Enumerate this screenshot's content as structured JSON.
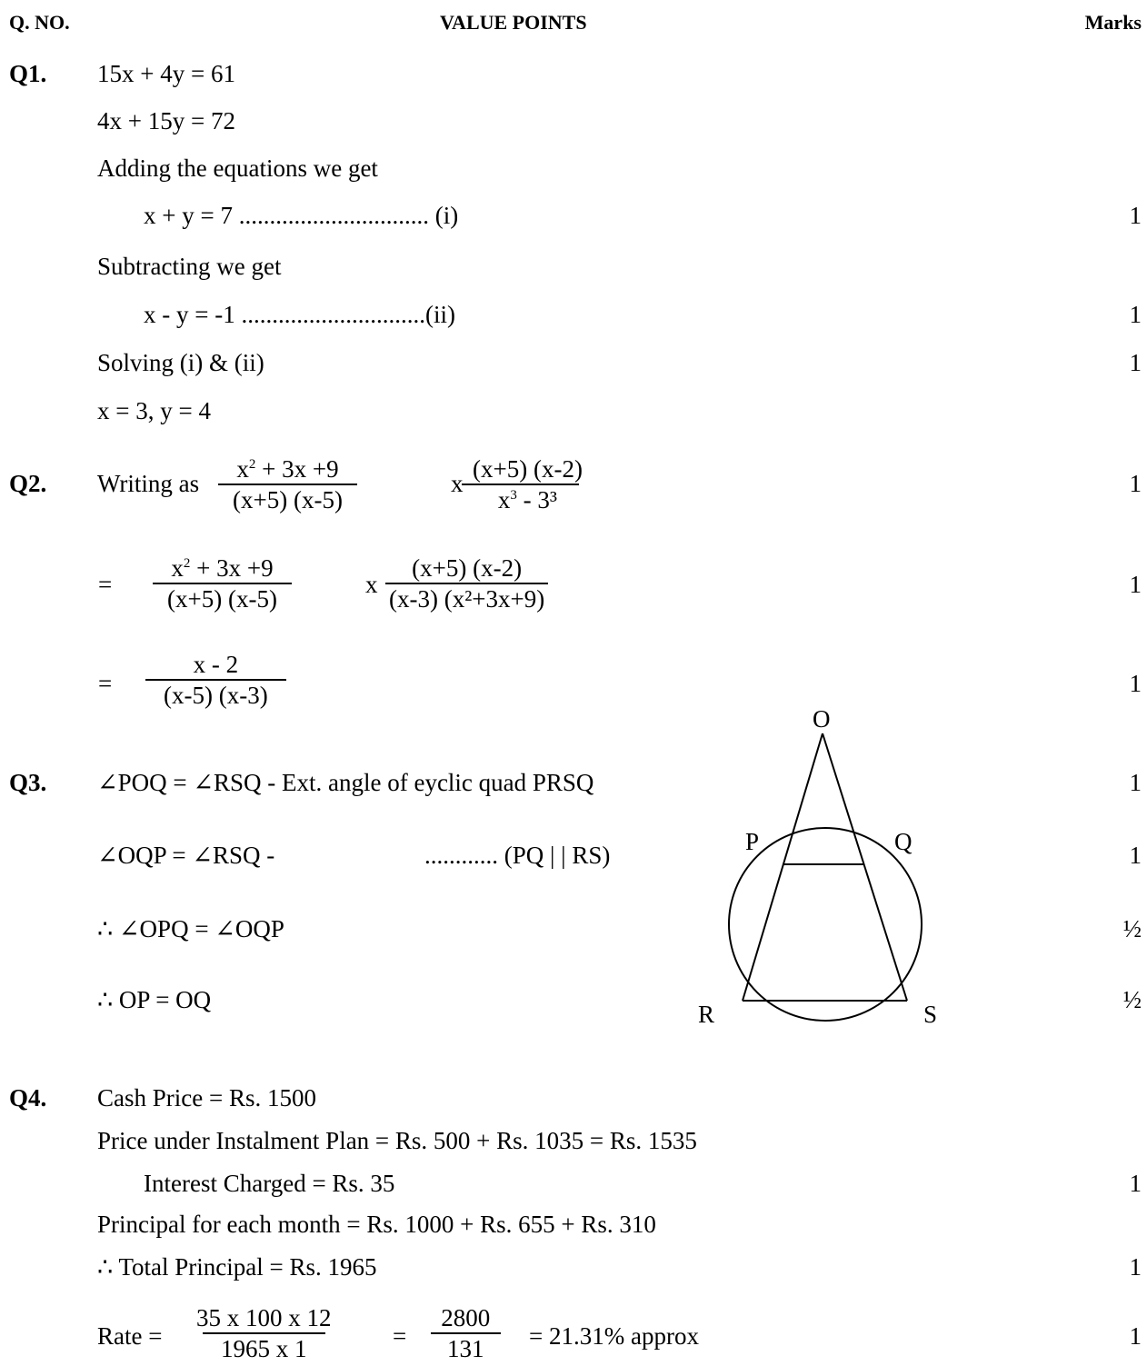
{
  "header": {
    "qno": "Q. NO.",
    "value_points": "VALUE POINTS",
    "marks": "Marks"
  },
  "q1": {
    "label": "Q1.",
    "eq1": "15x + 4y = 61",
    "eq2": "4x + 15y = 72",
    "add_text": "Adding the equations we get",
    "sum_eq": "x + y = 7  ............................... (i)",
    "sub_text": "Subtracting we get",
    "diff_eq": "x - y = -1 ..............................(ii)",
    "solve_text": "Solving (i) & (ii)",
    "result": "x = 3, y = 4",
    "marks": [
      "1",
      "1",
      "1"
    ]
  },
  "q2": {
    "label": "Q2.",
    "writing_as": "Writing as",
    "f1_num_a": "x",
    "f1_num_sup": "2",
    "f1_num_b": " + 3x +9",
    "f1_den": "(x+5) (x-5)",
    "times": "x",
    "f2_num": "(x+5) (x-2)",
    "f2_den_a": "x",
    "f2_den_sup": "3",
    "f2_den_b": " - 3³",
    "eq_sign": "=",
    "l2_f1_num_a": "x",
    "l2_f1_num_sup": "2",
    "l2_f1_num_b": " + 3x +9",
    "l2_f1_den": "(x+5) (x-5)",
    "l2_times": "x",
    "l2_f2_num": "(x+5) (x-2)",
    "l2_f2_den": "(x-3) (x²+3x+9)",
    "l3_num": "x - 2",
    "l3_den": "(x-5) (x-3)",
    "marks": [
      "1",
      "1",
      "1"
    ]
  },
  "q3": {
    "label": "Q3.",
    "line1": "∠POQ = ∠RSQ - Ext. angle of eyclic quad PRSQ",
    "line2a": "∠OQP = ∠RSQ -",
    "line2b": "............  (PQ | | RS)",
    "line3": "∴ ∠OPQ = ∠OQP",
    "line4": "∴ OP = OQ",
    "diagram": {
      "O": "O",
      "P": "P",
      "Q": "Q",
      "R": "R",
      "S": "S"
    },
    "marks": [
      "1",
      "1",
      "½",
      "½"
    ]
  },
  "q4": {
    "label": "Q4.",
    "cash": "Cash Price = Rs. 1500",
    "instalment": "Price under Instalment Plan = Rs. 500 + Rs. 1035 = Rs. 1535",
    "interest": "Interest Charged = Rs. 35",
    "principal_each": "Principal for  each month = Rs. 1000 + Rs. 655 + Rs. 310",
    "total_principal": "∴ Total Principal = Rs. 1965",
    "rate_label": "Rate =",
    "rate_num": "35 x 100 x 12",
    "rate_den": "1965 x 1",
    "eq": "=",
    "f2_num": "2800",
    "f2_den": "131",
    "rate_result": "= 21.31% approx",
    "marks": [
      "1",
      "1",
      "1"
    ]
  }
}
